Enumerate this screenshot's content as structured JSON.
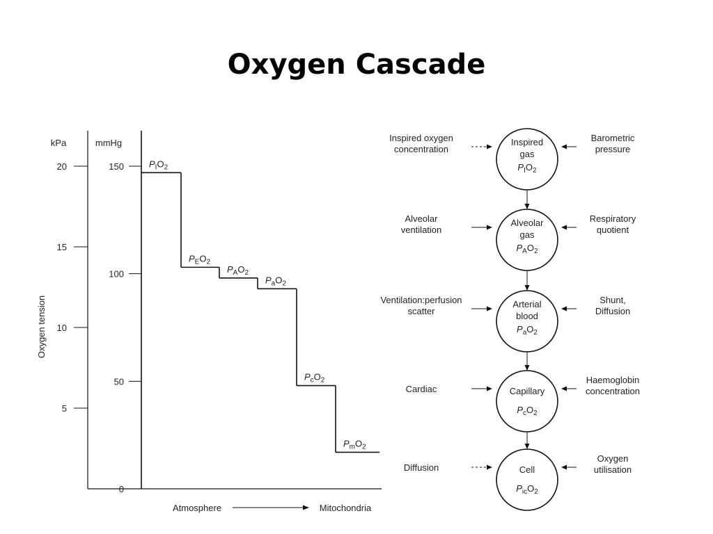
{
  "title": "Oxygen Cascade",
  "chart_data": {
    "type": "line",
    "title": "",
    "y_axes": [
      {
        "unit": "kPa",
        "ticks": [
          20,
          15,
          10,
          5
        ]
      },
      {
        "unit": "mmHg",
        "ticks": [
          150,
          100,
          50,
          0
        ],
        "ylim": [
          0,
          170
        ]
      }
    ],
    "ylabel": "Oxygen tension",
    "xlabel_start": "Atmosphere",
    "xlabel_end": "Mitochondria",
    "steps": [
      {
        "main": "P",
        "sub": "I",
        "tail": "O",
        "sub2": "2",
        "mmHg": 147
      },
      {
        "main": "P",
        "sub": "E",
        "tail": "O",
        "sub2": "2",
        "mmHg": 103
      },
      {
        "main": "P",
        "sub": "A",
        "tail": "O",
        "sub2": "2",
        "mmHg": 98
      },
      {
        "main": "P",
        "sub": "a",
        "tail": "O",
        "sub2": "2",
        "mmHg": 93
      },
      {
        "main": "P",
        "sub": "c",
        "tail": "O",
        "sub2": "2",
        "mmHg": 48
      },
      {
        "main": "P",
        "sub": "m",
        "tail": "O",
        "sub2": "2",
        "mmHg": 17
      }
    ]
  },
  "flow": {
    "nodes": [
      {
        "lines": [
          "Inspired",
          "gas"
        ],
        "sub": "I",
        "left": [
          "Inspired oxygen",
          "concentration"
        ],
        "right": [
          "Barometric",
          "pressure"
        ]
      },
      {
        "lines": [
          "Alveolar",
          "gas"
        ],
        "sub": "A",
        "left": [
          "Alveolar",
          "ventilation"
        ],
        "right": [
          "Respiratory",
          "quotient"
        ]
      },
      {
        "lines": [
          "Arterial",
          "blood"
        ],
        "sub": "a",
        "left": [
          "Ventilation:perfusion",
          "scatter"
        ],
        "right": [
          "Shunt,",
          "Diffusion"
        ]
      },
      {
        "lines": [
          "Capillary"
        ],
        "sub": "c",
        "left": [
          "Cardiac"
        ],
        "right": [
          "Haemoglobin",
          "concentration"
        ]
      },
      {
        "lines": [
          "Cell"
        ],
        "sub": "ic",
        "left": [
          "Diffusion"
        ],
        "right": [
          "Oxygen",
          "utilisation"
        ]
      }
    ]
  }
}
